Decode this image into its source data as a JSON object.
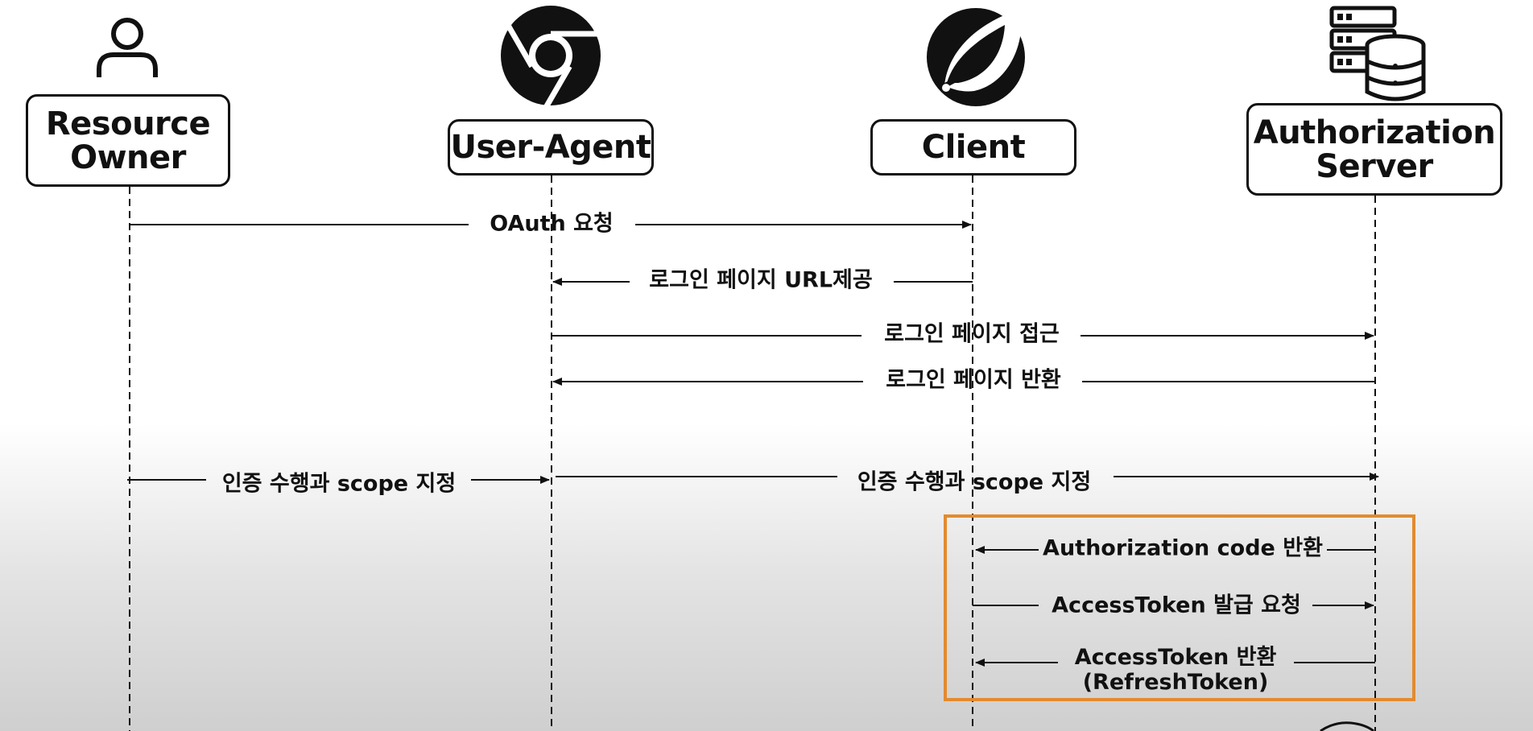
{
  "actors": [
    {
      "id": "resource-owner",
      "label": "Resource\nOwner",
      "icon": "person-icon"
    },
    {
      "id": "user-agent",
      "label": "User-Agent",
      "icon": "chrome-browser-icon"
    },
    {
      "id": "client",
      "label": "Client",
      "icon": "spring-leaf-icon"
    },
    {
      "id": "authorization-server",
      "label": "Authorization\nServer",
      "icon": "server-database-icon"
    }
  ],
  "messages": [
    {
      "label": "OAuth 요청",
      "from": "resource-owner",
      "to": "client"
    },
    {
      "label": "로그인 페이지 URL제공",
      "from": "client",
      "to": "user-agent"
    },
    {
      "label": "로그인 페이지 접근",
      "from": "user-agent",
      "to": "authorization-server"
    },
    {
      "label": "로그인 페이지 반환",
      "from": "authorization-server",
      "to": "user-agent"
    },
    {
      "label": "인증 수행과 scope 지정",
      "from": "resource-owner",
      "to": "user-agent"
    },
    {
      "label": "인증 수행과 scope 지정",
      "from": "user-agent",
      "to": "authorization-server"
    },
    {
      "label": "Authorization code 반환",
      "from": "authorization-server",
      "to": "client"
    },
    {
      "label": "AccessToken 발급 요청",
      "from": "client",
      "to": "authorization-server"
    },
    {
      "label": "AccessToken 반환",
      "sublabel": "(RefreshToken)",
      "from": "authorization-server",
      "to": "client"
    }
  ],
  "highlight": {
    "color": "#e28b2f",
    "covers_messages": [
      6,
      7,
      8
    ]
  },
  "colors": {
    "line": "#111111",
    "highlight": "#e28b2f"
  }
}
